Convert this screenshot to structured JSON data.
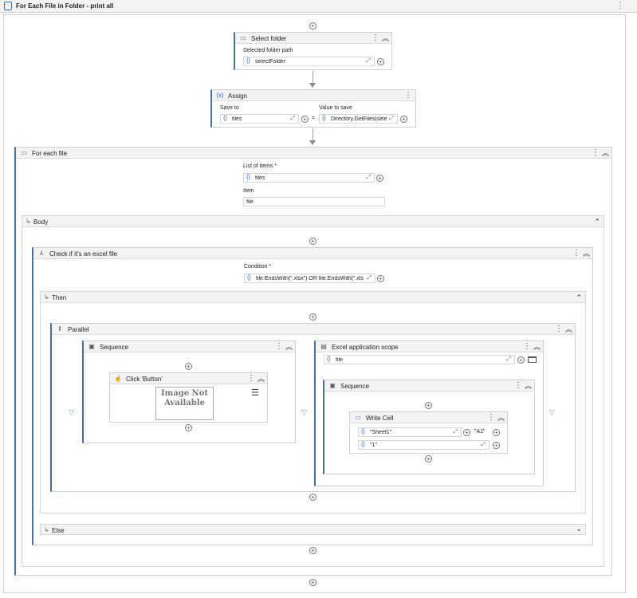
{
  "top": {
    "title": "For Each File in Folder - print all"
  },
  "select_folder": {
    "title": "Select folder",
    "label": "Selected folder path",
    "value": "selectFolder"
  },
  "assign": {
    "title": "Assign",
    "save_to_label": "Save to",
    "save_to_value": "files",
    "value_label": "Value to save",
    "value": "Directory.GetFiles(sele",
    "equals": "="
  },
  "for_each": {
    "title": "For each file",
    "list_label": "List of items *",
    "list_value": "files",
    "item_label": "Item",
    "item_value": "file"
  },
  "body": {
    "title": "Body"
  },
  "check": {
    "title": "Check if it's an excel file",
    "condition_label": "Condition *",
    "condition_value": "file.EndsWith(\".xlsx\") OR file.EndsWith(\".xls"
  },
  "then": {
    "title": "Then"
  },
  "else": {
    "title": "Else"
  },
  "parallel": {
    "title": "Parallel"
  },
  "sequence_left": {
    "title": "Sequence"
  },
  "click": {
    "title": "Click 'Button'",
    "image_text": "Image Not Available"
  },
  "excel_scope": {
    "title": "Excel application scope",
    "file_value": "file"
  },
  "sequence_right": {
    "title": "Sequence"
  },
  "write_cell": {
    "title": "Write Cell",
    "sheet_value": "\"Sheet1\"",
    "cell_value": "\"A1\"",
    "value": "\"1\""
  },
  "glyphs": {
    "brace": "{}",
    "expand": "⤢",
    "plus": "+",
    "menu": "⋮",
    "collapse": "︽",
    "chevron_up": "⌃",
    "chevron_down": "⌄",
    "branch_arrow": "↳",
    "drop": "▽"
  }
}
